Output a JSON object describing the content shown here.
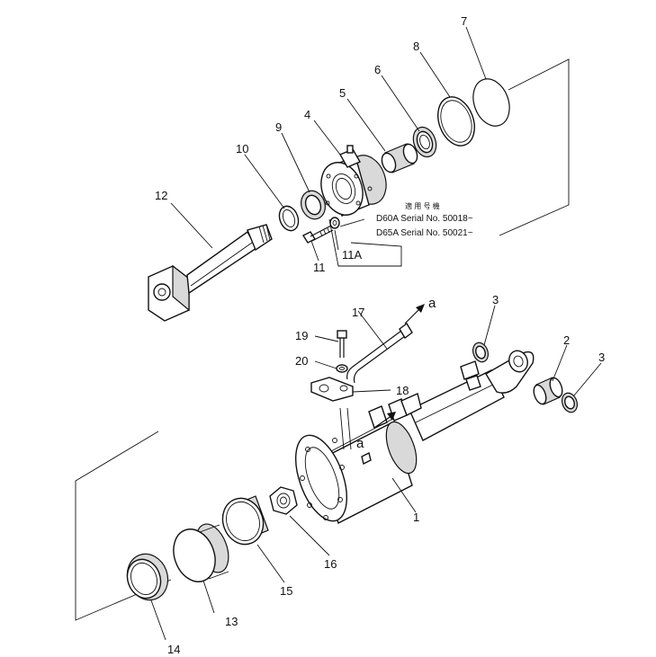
{
  "callouts": [
    {
      "id": "1",
      "label": "1"
    },
    {
      "id": "2",
      "label": "2"
    },
    {
      "id": "3a",
      "label": "3"
    },
    {
      "id": "3b",
      "label": "3"
    },
    {
      "id": "4",
      "label": "4"
    },
    {
      "id": "5",
      "label": "5"
    },
    {
      "id": "6",
      "label": "6"
    },
    {
      "id": "7",
      "label": "7"
    },
    {
      "id": "8",
      "label": "8"
    },
    {
      "id": "9",
      "label": "9"
    },
    {
      "id": "10",
      "label": "10"
    },
    {
      "id": "11",
      "label": "11"
    },
    {
      "id": "11A",
      "label": "11A"
    },
    {
      "id": "12",
      "label": "12"
    },
    {
      "id": "13",
      "label": "13"
    },
    {
      "id": "14",
      "label": "14"
    },
    {
      "id": "15",
      "label": "15"
    },
    {
      "id": "16",
      "label": "16"
    },
    {
      "id": "17",
      "label": "17"
    },
    {
      "id": "18",
      "label": "18"
    },
    {
      "id": "19",
      "label": "19"
    },
    {
      "id": "20",
      "label": "20"
    }
  ],
  "connection_marks": {
    "upper": "a",
    "lower": "a"
  },
  "serial_note": {
    "heading": "適 用 号 機",
    "line1": "D60A Serial No. 50018~",
    "line2": "D65A Serial No. 50021~"
  }
}
